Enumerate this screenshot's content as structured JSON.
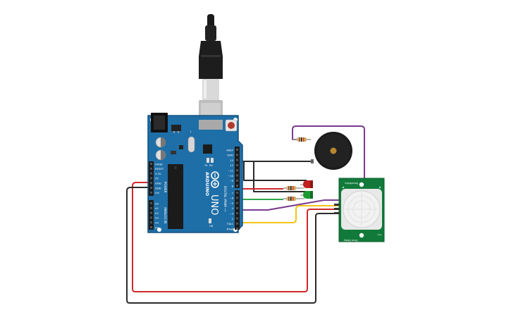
{
  "board": {
    "brand": "ARDUINO",
    "model": "UNO",
    "digital_header_label": "DIGITAL (PWM ~)",
    "power_header_label": "POWER",
    "analog_header_label": "ANALOG IN",
    "digital_pins_top": [
      "AREF",
      "GND",
      "13",
      "12",
      "~11",
      "~10",
      "~9",
      "8"
    ],
    "digital_pins_bottom": [
      "7",
      "~6",
      "~5",
      "4",
      "~3",
      "2",
      "TX▸1",
      "RX◂0"
    ],
    "power_pins": [
      "IOREF",
      "RESET",
      "3.3V",
      "5V",
      "GND",
      "GND",
      "Vin"
    ],
    "analog_pins": [
      "A0",
      "A1",
      "A2",
      "A3",
      "A4",
      "A5"
    ],
    "misc_labels": [
      "TX",
      "RX",
      "L",
      "ON"
    ]
  },
  "pir": {
    "top_label": "Sensitivity",
    "bottom_label": "Time Delay",
    "side_label": "H-L"
  },
  "colors": {
    "board_blue": "#1e6ea7",
    "board_dark": "#15537f",
    "wire_black": "#2b2b2b",
    "wire_red": "#d0282c",
    "wire_green": "#2fa84a",
    "wire_yellow": "#f2c418",
    "wire_purple": "#7a3b8f",
    "led_red": "#c0201e",
    "led_green": "#1d9a32",
    "pir_green": "#117a3a"
  },
  "icons": [
    "usb-cable-icon",
    "buzzer-icon",
    "led-icon",
    "resistor-icon",
    "pir-sensor-icon",
    "atmega-chip-icon",
    "reset-button-icon"
  ]
}
